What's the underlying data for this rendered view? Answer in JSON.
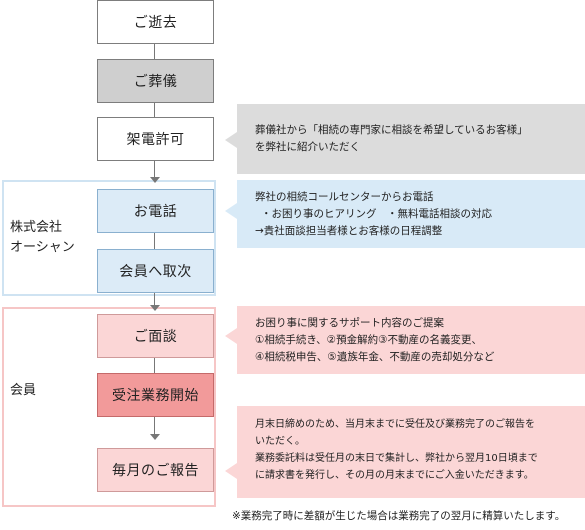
{
  "steps": {
    "s1": "ご逝去",
    "s2": "ご葬儀",
    "s3": "架電許可",
    "s4": "お電話",
    "s5": "会員へ取次",
    "s6": "ご面談",
    "s7": "受注業務開始",
    "s8": "毎月のご報告"
  },
  "groups": {
    "company_line1": "株式会社",
    "company_line2": "オーシャン",
    "member": "会員"
  },
  "notes": {
    "n1": [
      "葬儀社から「相続の専門家に相談を希望しているお客様」",
      "を弊社に紹介いただく"
    ],
    "n2": [
      "弊社の相続コールセンターからお電話",
      "・お困り事のヒアリング　・無料電話相談の対応",
      "→貴社面談担当者様とお客様の日程調整"
    ],
    "n3": [
      "お困り事に関するサポート内容のご提案",
      "①相続手続き、②預金解約③不動産の名義変更、",
      "④相続税申告、⑤遺族年金、不動産の売却処分など"
    ],
    "n4": [
      "月末日締めのため、当月末までに受任及び業務完了のご報告を",
      "いただく。",
      "業務委託料は受任月の末日で集計し、弊社から翌月10日頃まで",
      "に請求書を発行し、その月の月末までにご入金いただきます。"
    ]
  },
  "footnote": "※業務完了時に差額が生じた場合は業務完了の翌月に精算いたします。",
  "colors": {
    "gray_step": "#cfcfcf",
    "blue_step": "#dcebf7",
    "pink_step": "#fbd6d6",
    "red_step": "#f29a9a",
    "arrow": "#777777"
  }
}
